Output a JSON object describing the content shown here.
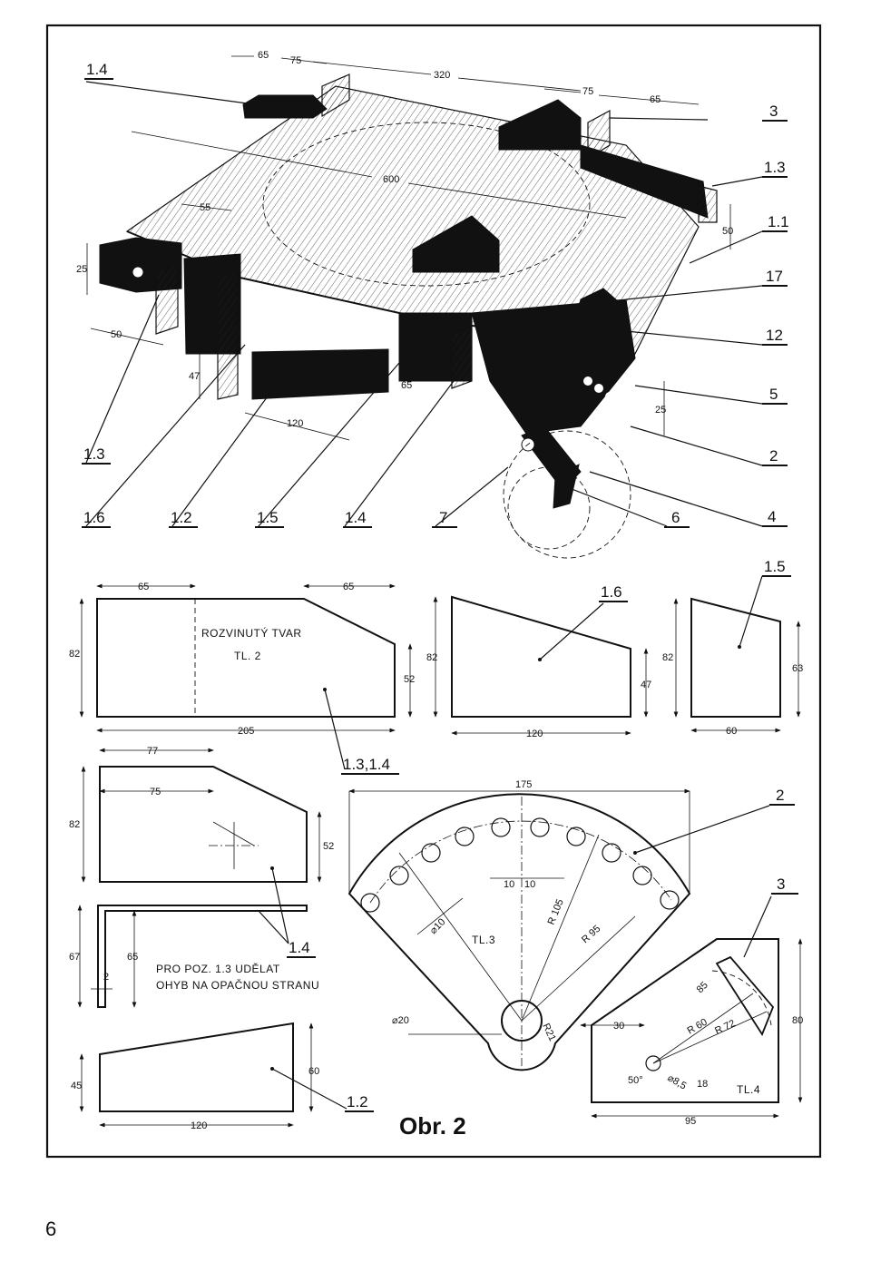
{
  "drawing": {
    "figure_label": "Obr. 2",
    "page_number": "6",
    "unfold_title": "ROZVINUTÝ TVAR",
    "unfold_sub": "TL. 2",
    "bend_note_1": "PRO POZ. 1.3 UDĚLAT",
    "bend_note_2": "OHYB NA OPAČNOU STRANU",
    "plate3_label": "TL.3",
    "plate4_label": "TL.4"
  },
  "part_labels": {
    "p14_top": "1.4",
    "p3": "3",
    "p13_right": "1.3",
    "p11": "1.1",
    "p17": "17",
    "p12": "12",
    "p5": "5",
    "p2": "2",
    "p4": "4",
    "p13_left": "1.3",
    "p16": "1.6",
    "p12_bottom": "1.2",
    "p15": "1.5",
    "p14_bottom": "1.4",
    "p7": "7",
    "p6": "6",
    "d15": "1.5",
    "d16": "1.6",
    "d1314": "1.3,1.4",
    "d14": "1.4",
    "d12": "1.2",
    "d2": "2",
    "d3": "3"
  },
  "dimensions": {
    "iso_65a": "65",
    "iso_75a": "75",
    "iso_320": "320",
    "iso_75b": "75",
    "iso_65b": "65",
    "iso_600": "600",
    "iso_55": "55",
    "iso_25a": "25",
    "iso_50a": "50",
    "iso_50b": "50",
    "iso_47": "47",
    "iso_65c": "65",
    "iso_120": "120",
    "iso_25b": "25",
    "u_65a": "65",
    "u_65b": "65",
    "u_82": "82",
    "u_52": "52",
    "u_205": "205",
    "p16_82": "82",
    "p16_47": "47",
    "p16_120": "120",
    "p15_82": "82",
    "p15_63": "63",
    "p15_60": "60",
    "p13_77": "77",
    "p13_75": "75",
    "p13_82": "82",
    "p13_52": "52",
    "b_67": "67",
    "b_65": "65",
    "b_2": "2",
    "p12_45": "45",
    "p12_60": "60",
    "p12_120": "120",
    "t3_175": "175",
    "t3_10a": "10",
    "t3_10b": "10",
    "t3_d10": "⌀10",
    "t3_r105": "R 105",
    "t3_r95": "R 95",
    "t3_d20": "⌀20",
    "t3_r21": "R21",
    "t4_85": "85",
    "t4_r60": "R 60",
    "t4_r72": "R 72",
    "t4_30": "30",
    "t4_80": "80",
    "t4_50deg": "50°",
    "t4_d85": "⌀8,5",
    "t4_18": "18",
    "t4_95": "95"
  }
}
